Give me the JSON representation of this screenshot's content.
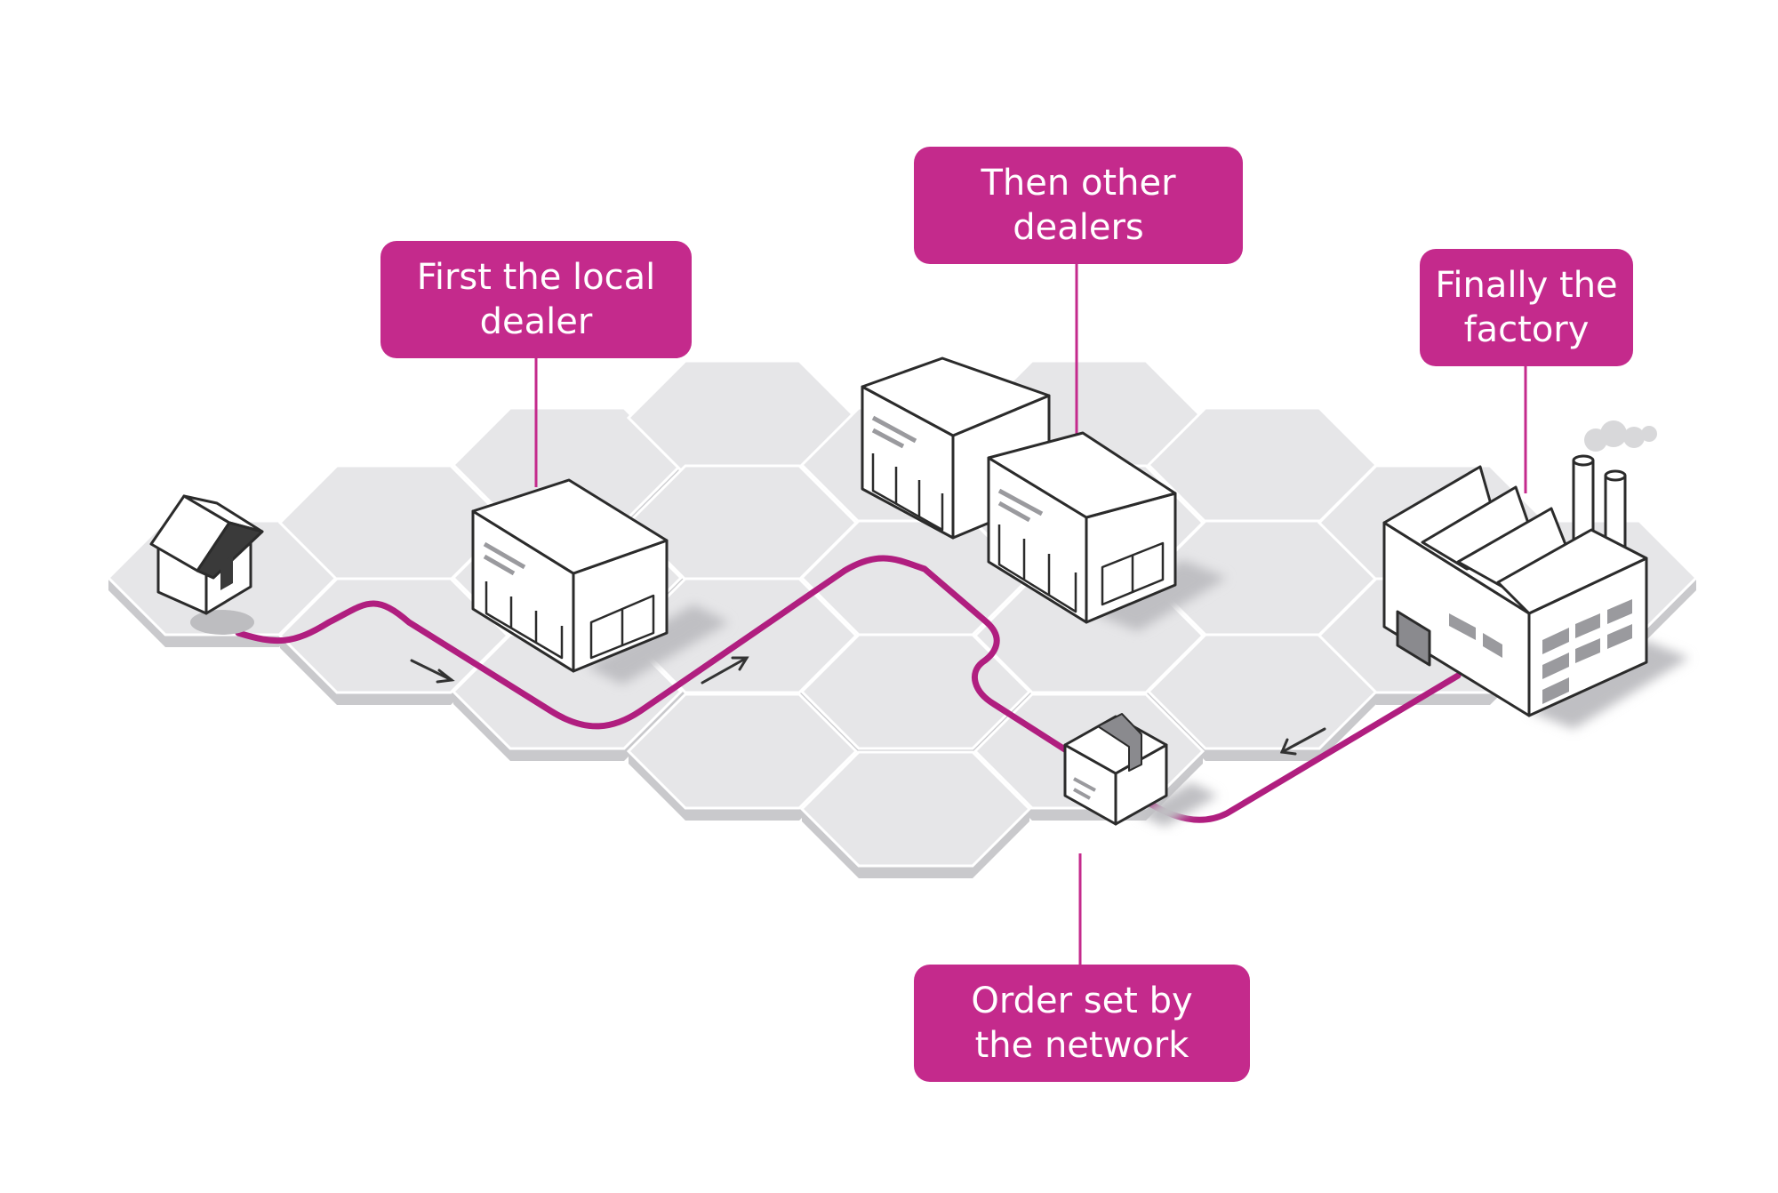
{
  "callouts": {
    "local_dealer": {
      "line1": "First the local",
      "line2": "dealer"
    },
    "other_dealers": {
      "line1": "Then other",
      "line2": "dealers"
    },
    "factory": {
      "line1": "Finally the",
      "line2": "factory"
    },
    "order": {
      "line1": "Order set by",
      "line2": "the network"
    }
  },
  "colors": {
    "accent": "#c42a8c",
    "tile_fill": "#e6e6e8",
    "tile_side": "#c9c9cc",
    "tile_stroke": "#ffffff",
    "building_stroke": "#333333"
  },
  "icons": [
    "house-icon",
    "dealer-building-icon",
    "warehouse-icon",
    "factory-icon",
    "package-icon",
    "arrow-icon"
  ]
}
